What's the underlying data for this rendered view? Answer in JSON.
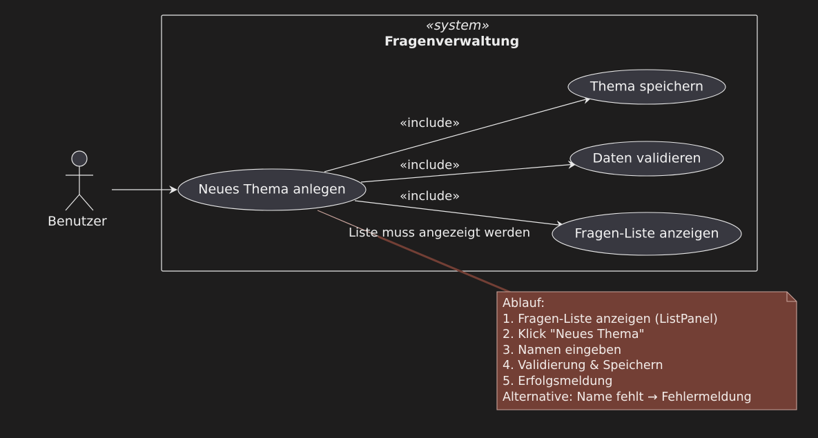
{
  "system": {
    "stereotype": "«system»",
    "name": "Fragenverwaltung"
  },
  "actor": {
    "name": "Benutzer"
  },
  "use_cases": {
    "main": "Neues Thema anlegen",
    "save": "Thema speichern",
    "validate": "Daten validieren",
    "list": "Fragen-Liste anzeigen"
  },
  "relations": {
    "include_1": "«include»",
    "include_2": "«include»",
    "include_3": "«include»",
    "note_link": "Liste muss angezeigt werden"
  },
  "note": {
    "lines": [
      "Ablauf:",
      "1. Fragen-Liste anzeigen (ListPanel)",
      "2. Klick \"Neues Thema\"",
      "3. Namen eingeben",
      "4. Validierung & Speichern",
      "5. Erfolgsmeldung",
      "Alternative: Name fehlt → Fehlermeldung"
    ]
  },
  "colors": {
    "background": "#1e1d1d",
    "use_case_fill": "#383840",
    "note_fill": "#733f35",
    "line": "#e8e8e8"
  }
}
